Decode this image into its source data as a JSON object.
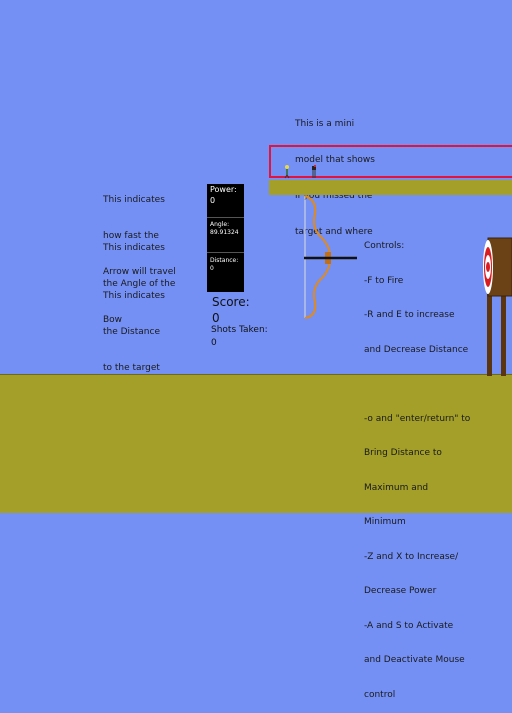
{
  "annotations": {
    "speed": [
      "This indicates",
      "how fast the",
      "Arrow will travel"
    ],
    "angle": [
      "This indicates",
      "the Angle of the",
      "Bow"
    ],
    "distance": [
      "This indicates",
      "the Distance",
      "to the target"
    ],
    "mini_model": [
      "This is a mini",
      "model that shows",
      "if you missed the",
      "target and where"
    ]
  },
  "hud": {
    "power_label": "Power:",
    "power_value": "0",
    "angle_label": "Angle:",
    "angle_value": "89.91324",
    "distance_label": "Distance:",
    "distance_value": "0"
  },
  "score": {
    "score_label": "Score:",
    "score_value": "0",
    "shots_label": "Shots Taken:",
    "shots_value": "0"
  },
  "controls": [
    "Controls:",
    "-F to Fire",
    "-R and E to increase",
    "and Decrease Distance",
    "",
    "-o and \"enter/return\" to",
    "Bring Distance to",
    "Maximum and",
    "Minimum",
    "-Z and X to Increase/",
    "Decrease Power",
    "-A and S to Activate",
    "and Deactivate Mouse",
    "control"
  ],
  "colors": {
    "sky": "#7490f4",
    "ground": "#a39f28",
    "frame": "#e0143c",
    "bow": "#e08a1e"
  }
}
